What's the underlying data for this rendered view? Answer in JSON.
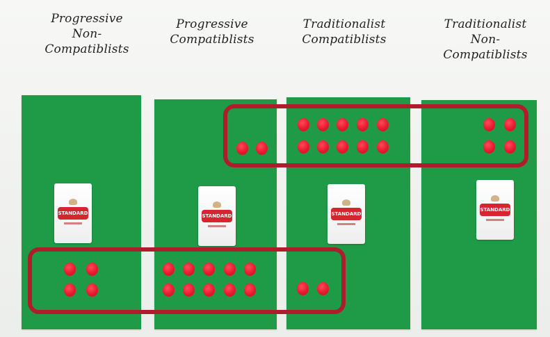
{
  "groups": [
    {
      "lines": [
        "Progressive",
        "Non-",
        "Compatiblists"
      ],
      "packet_text": "STANDARD"
    },
    {
      "lines": [
        "Progressive",
        "Compatiblists"
      ],
      "packet_text": "STANDARD"
    },
    {
      "lines": [
        "Traditionalist",
        "Compatiblists"
      ],
      "packet_text": "STANDARD"
    },
    {
      "lines": [
        "Traditionalist",
        "Non-",
        "Compatiblists"
      ],
      "packet_text": "STANDARD"
    }
  ],
  "dot_counts": {
    "top_row": [
      0,
      2,
      10,
      4
    ],
    "bottom_row": [
      4,
      10,
      2,
      0
    ]
  },
  "colors": {
    "panel": "#1f9a47",
    "dot": "#e8192e",
    "outline": "#ad1d2c",
    "background": "#f2f3f1"
  }
}
